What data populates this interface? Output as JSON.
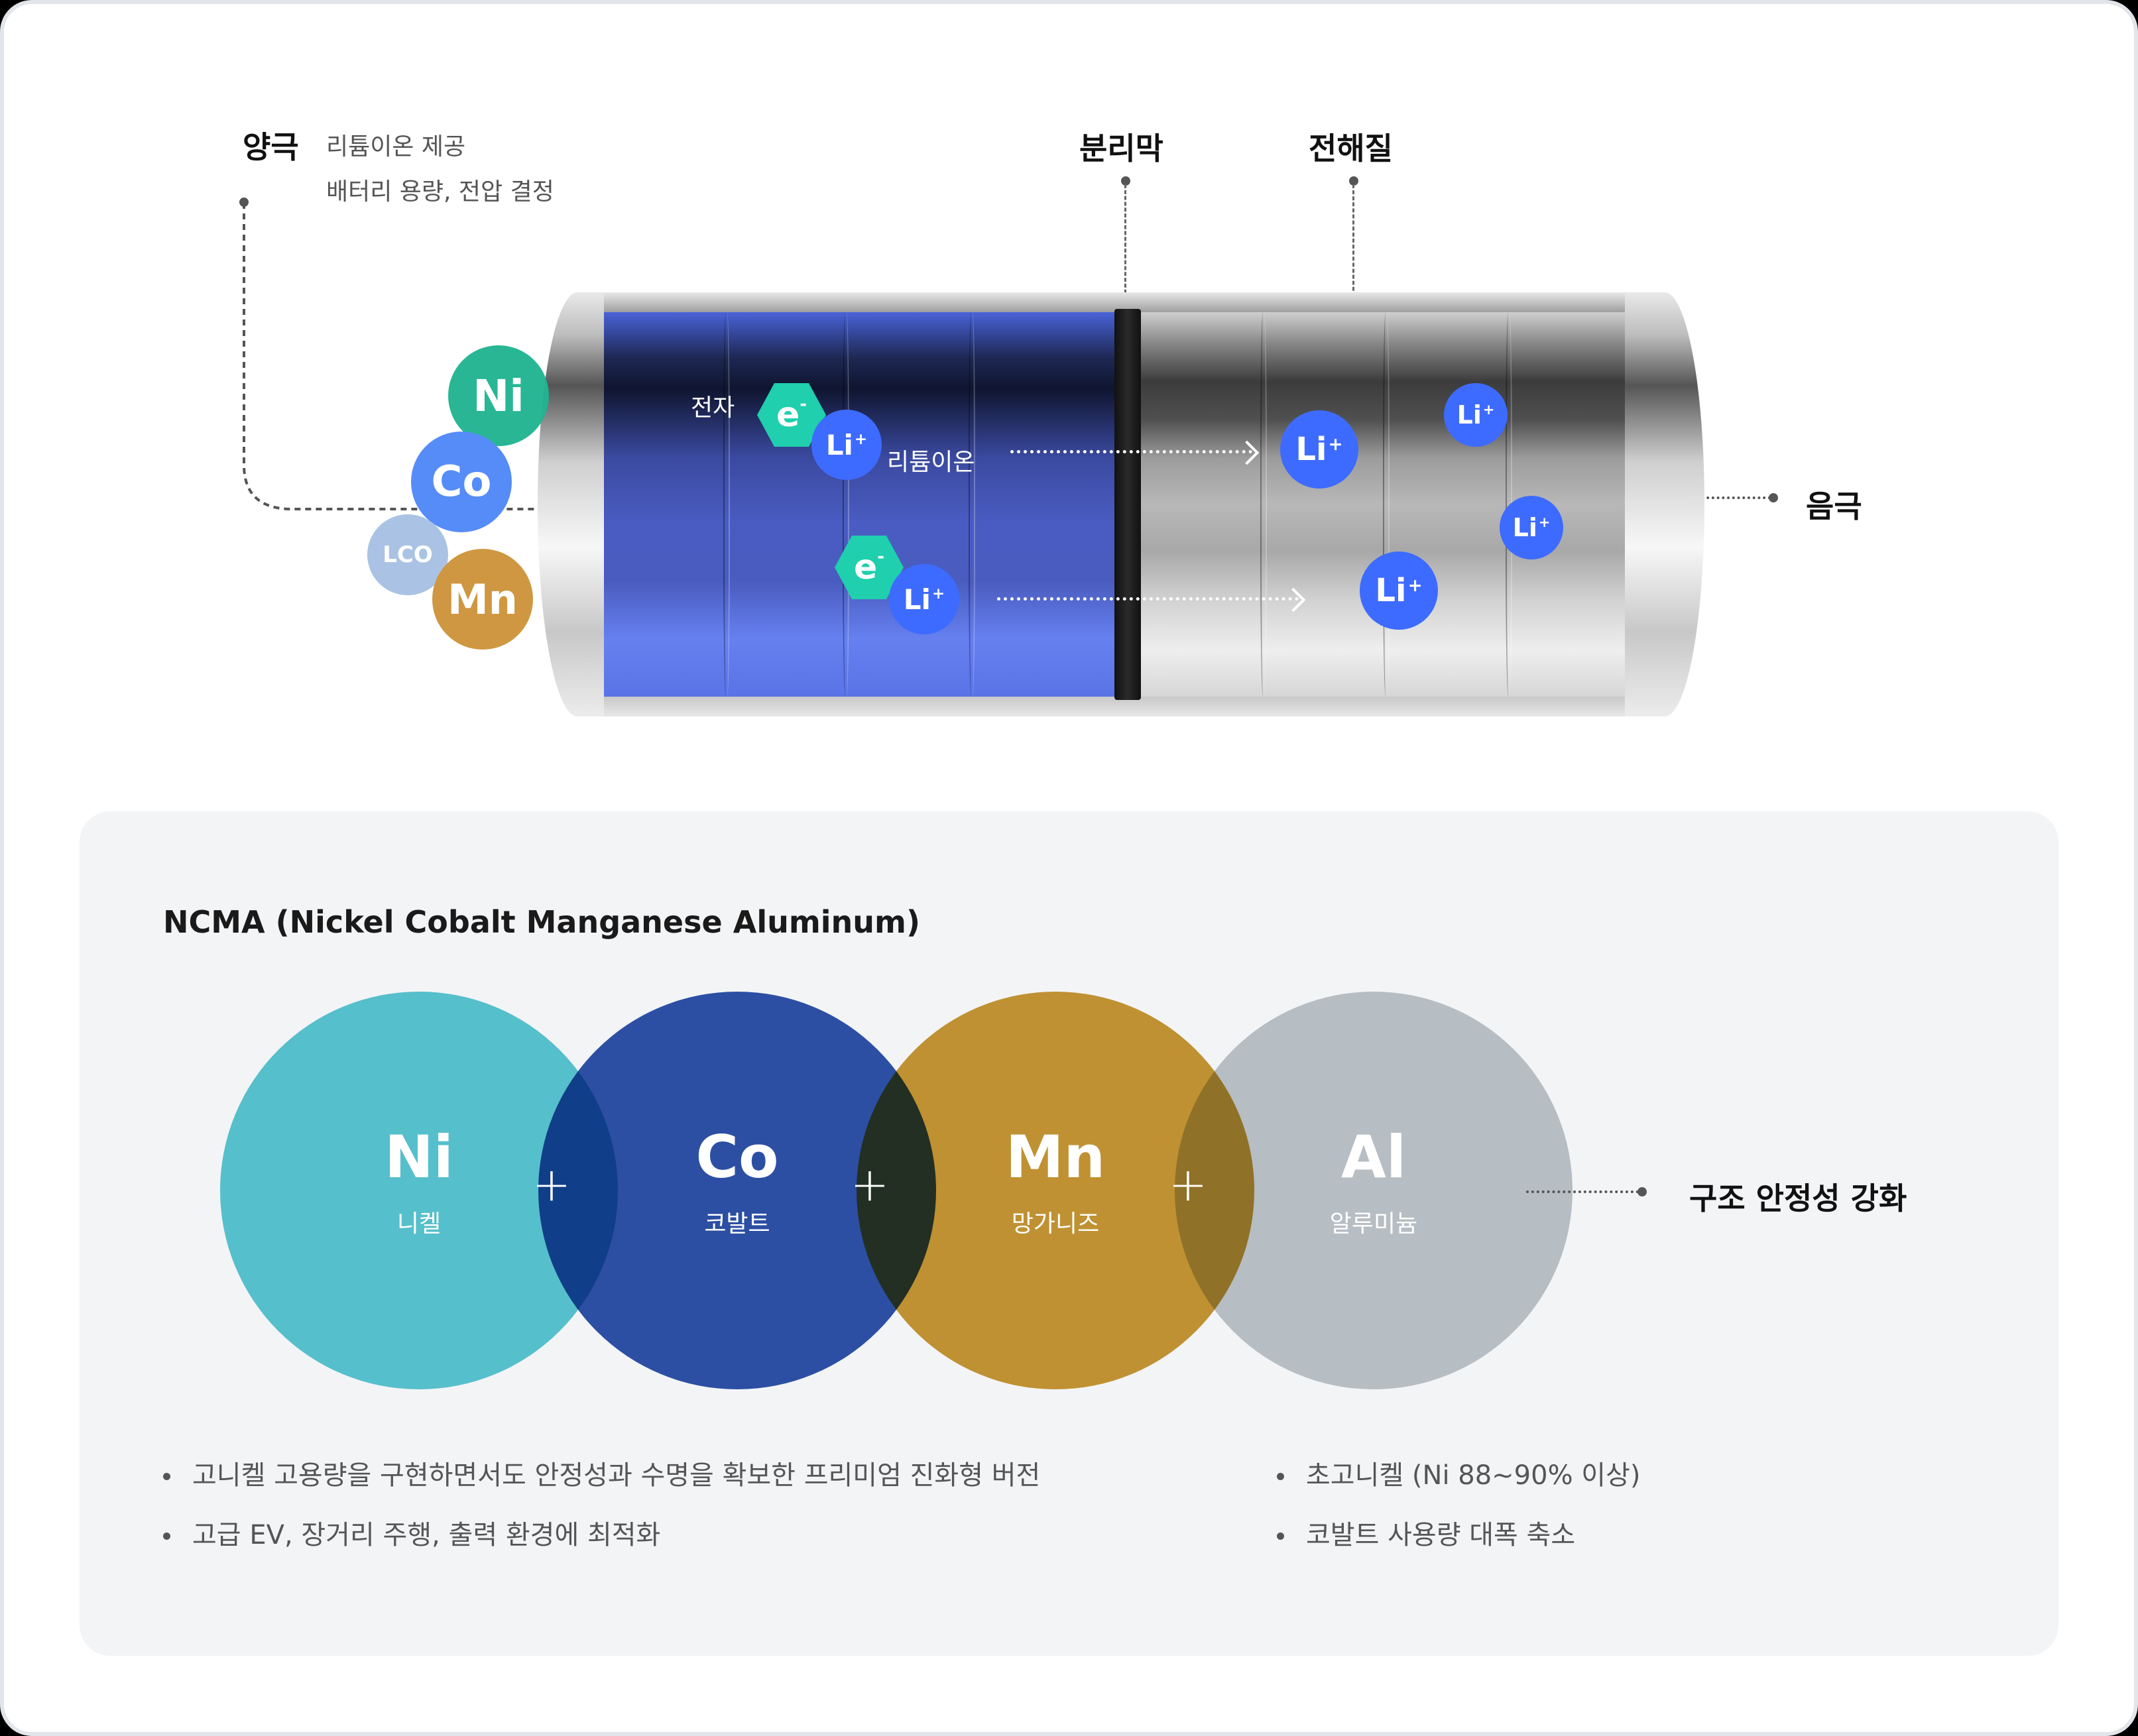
{
  "top_diagram": {
    "cathode": {
      "title": "양극",
      "desc_line1": "리튬이온 제공",
      "desc_line2": "배터리 용량, 전압 결정"
    },
    "separator_label": "분리막",
    "electrolyte_label": "전해질",
    "anode_label": "음극",
    "cathode_elements": [
      {
        "symbol": "Ni",
        "color": "#22b491"
      },
      {
        "symbol": "Co",
        "color": "#568cf8"
      },
      {
        "symbol": "LCO",
        "color": "#aac3e4"
      },
      {
        "symbol": "Mn",
        "color": "#cf9741"
      }
    ],
    "electron_label": "전자",
    "electron_symbol": "e",
    "electron_sup": "-",
    "lithium_ion_label": "리튬이온",
    "lithium_symbol": "Li",
    "lithium_sup": "+",
    "colors": {
      "electron": "#1fcfad",
      "lithium": "#3e6bff",
      "cathode_fill": "#4a5cc2",
      "separator": "#111111"
    }
  },
  "ncma_card": {
    "title": "NCMA (Nickel Cobalt Manganese Aluminum)",
    "elements": [
      {
        "symbol": "Ni",
        "name": "니켈",
        "color": "#5ac8d4"
      },
      {
        "symbol": "Co",
        "name": "코발트",
        "color": "#1c43a3"
      },
      {
        "symbol": "Mn",
        "name": "망가니즈",
        "color": "#c99834"
      },
      {
        "symbol": "Al",
        "name": "알루미늄",
        "color": "#bfc6ca"
      }
    ],
    "plus_sign": "+",
    "al_callout": "구조 안정성 강화",
    "bullets_left": [
      "고니켈 고용량을 구현하면서도 안정성과 수명을 확보한 프리미엄 진화형 버전",
      "고급 EV, 장거리 주행, 출력 환경에 최적화"
    ],
    "bullets_right": [
      "초고니켈 (Ni 88~90% 이상)",
      "코발트 사용량 대폭 축소"
    ]
  }
}
